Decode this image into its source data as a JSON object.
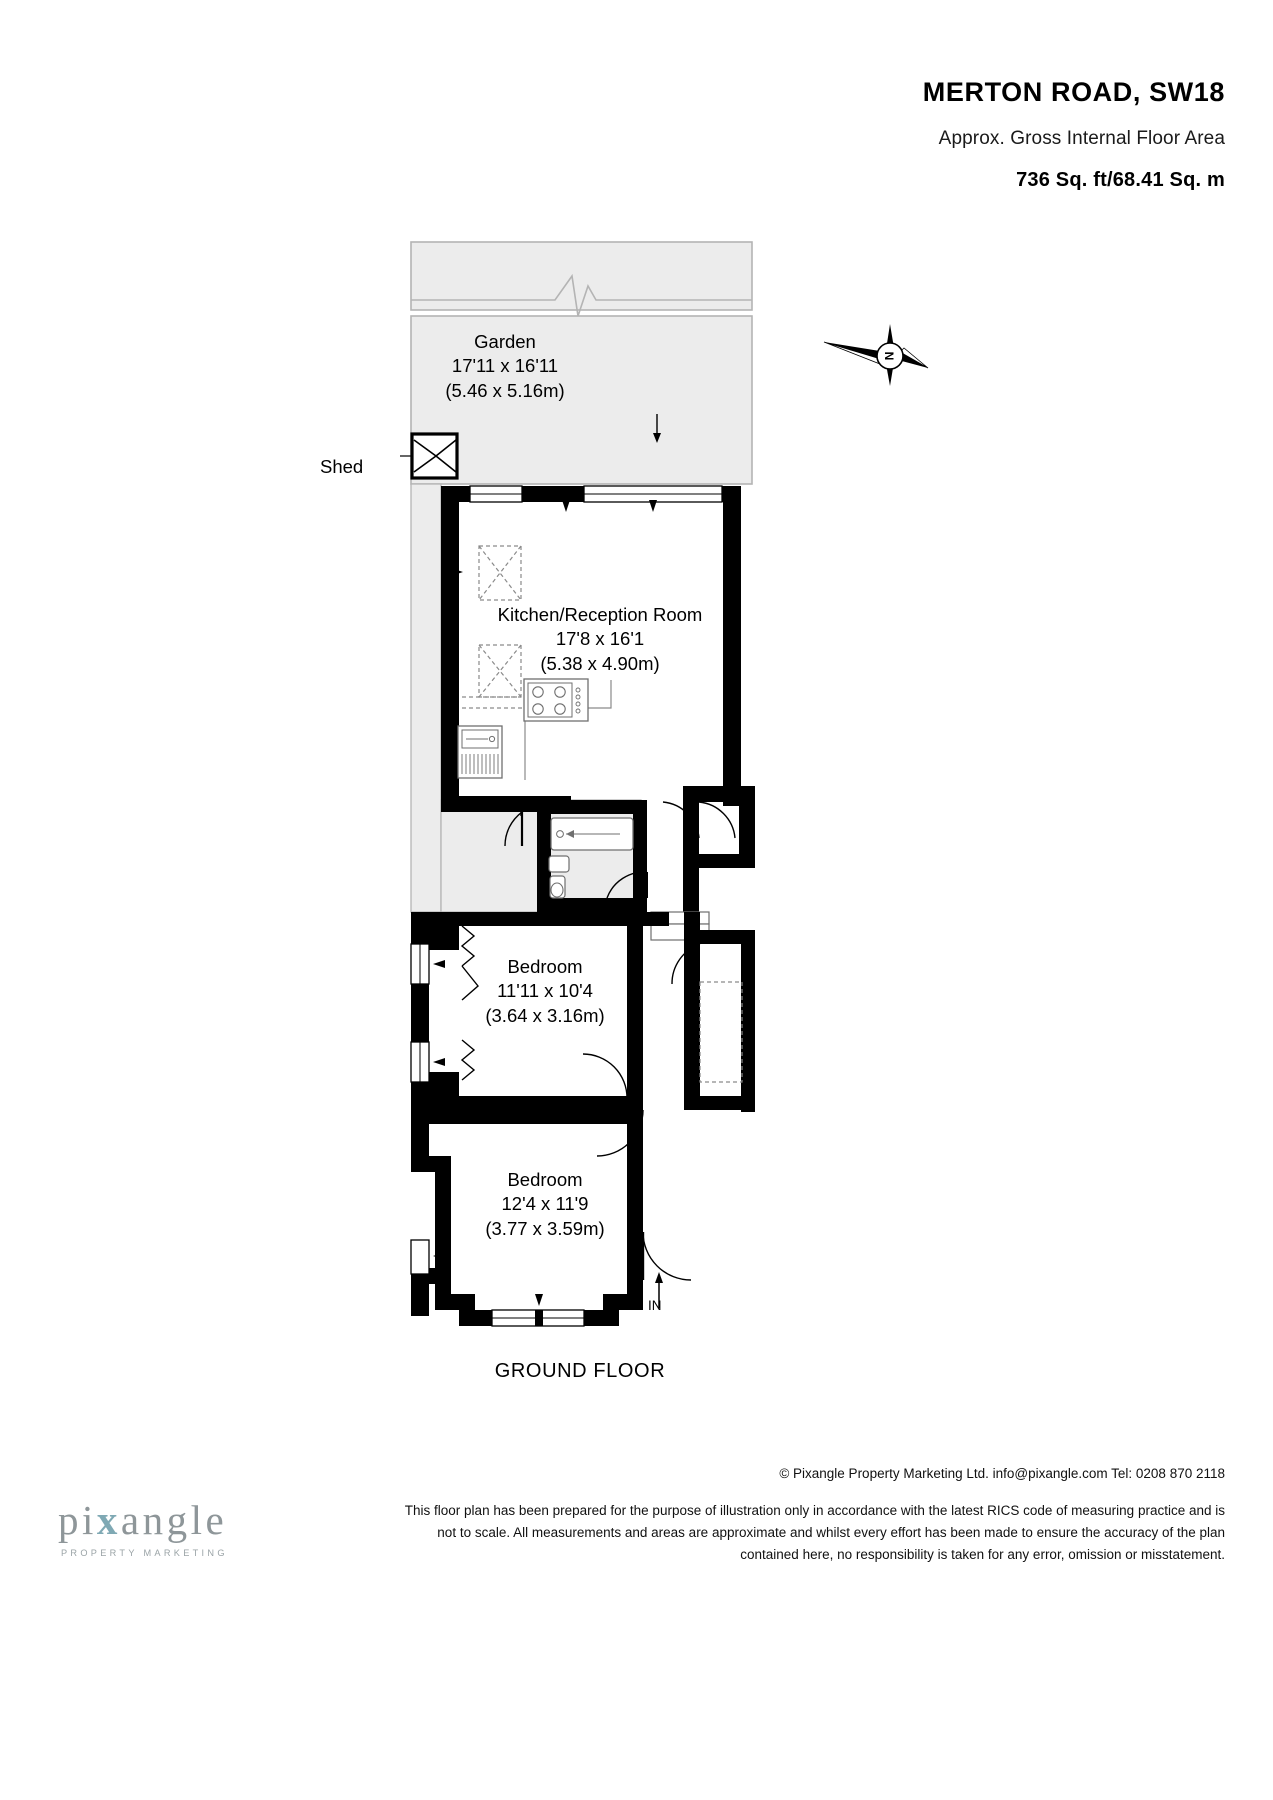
{
  "header": {
    "title": "MERTON ROAD, SW18",
    "subtitle": "Approx. Gross Internal Floor Area",
    "area": "736 Sq. ft/68.41 Sq. m"
  },
  "plan": {
    "floor_caption": "GROUND FLOOR",
    "entrance_label": "IN",
    "compass_label": "N",
    "rooms": [
      {
        "id": "garden",
        "name": "Garden",
        "dim_imperial": "17'11 x 16'11",
        "dim_metric": "(5.46 x 5.16m)"
      },
      {
        "id": "kitchen-reception",
        "name": "Kitchen/Reception Room",
        "dim_imperial": "17'8 x 16'1",
        "dim_metric": "(5.38 x 4.90m)"
      },
      {
        "id": "bedroom-1",
        "name": "Bedroom",
        "dim_imperial": "11'11 x 10'4",
        "dim_metric": "(3.64 x 3.16m)"
      },
      {
        "id": "bedroom-2",
        "name": "Bedroom",
        "dim_imperial": "12'4 x 11'9",
        "dim_metric": "(3.77 x 3.59m)"
      }
    ],
    "shed_label": "Shed"
  },
  "footer": {
    "copyright": "© Pixangle Property Marketing Ltd. info@pixangle.com Tel: 0208 870 2118",
    "disclaimer_lines": [
      "This floor plan has been prepared for the purpose of illustration only in accordance with the latest RICS code of measuring practice and is",
      "not to scale. All measurements and areas are approximate and whilst every effort has been made to ensure the accuracy of the plan",
      "contained here, no responsibility is taken for any error, omission or misstatement."
    ]
  },
  "logo": {
    "word_pre": "pi",
    "word_x": "x",
    "word_post": "angle",
    "tagline": "PROPERTY MARKETING"
  },
  "colors": {
    "wall": "#000000",
    "garden_fill": "#ececec",
    "garden_stroke": "#b4b4b4",
    "fixture_stroke": "#8a8a8a",
    "logo_accent": "#7fa9b4",
    "logo_grey": "#8e9699"
  }
}
